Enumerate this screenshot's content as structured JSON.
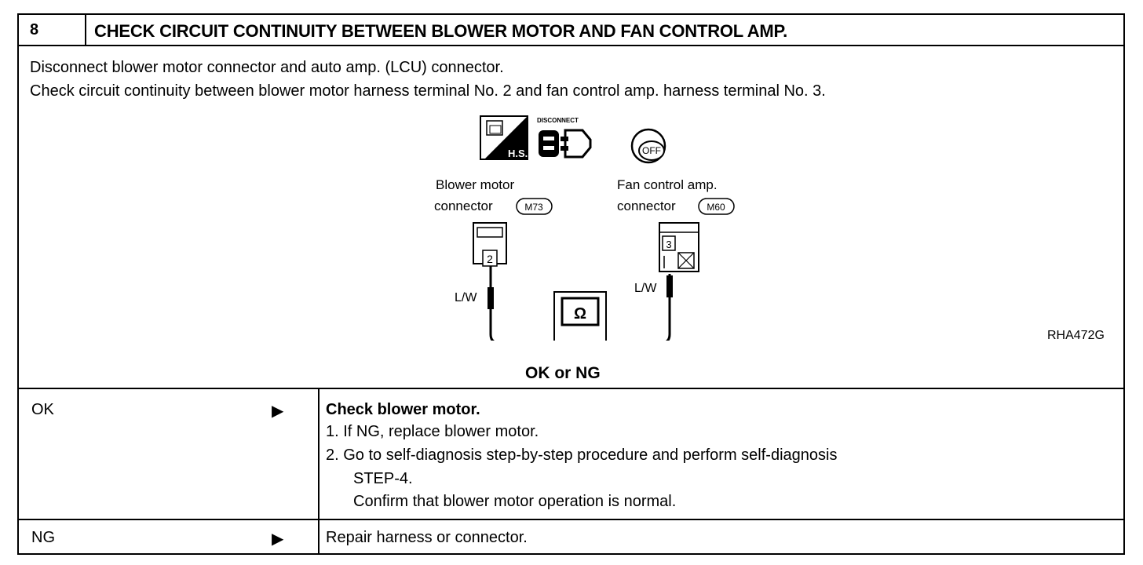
{
  "step": {
    "number": "8",
    "title": "CHECK CIRCUIT CONTINUITY BETWEEN BLOWER MOTOR AND FAN CONTROL AMP."
  },
  "instructions": [
    "Disconnect blower motor connector and auto amp. (LCU) connector.",
    "Check circuit continuity between blower motor harness terminal No. 2 and fan control amp. harness terminal No. 3."
  ],
  "diagram": {
    "icons": [
      "hs-connector-icon",
      "disconnect-icon",
      "ignition-off-icon"
    ],
    "hs_label": "H.S.",
    "disconnect_label": "DISCONNECT",
    "off_label": "OFF",
    "left_connector": {
      "line1": "Blower motor",
      "line2": "connector",
      "code": "M73",
      "terminal": "2",
      "wire": "L/W"
    },
    "right_connector": {
      "line1": "Fan control amp.",
      "line2": "connector",
      "code": "M60",
      "terminal": "3",
      "wire": "L/W"
    },
    "meter_symbol": "Ω",
    "figure_id": "RHA472G"
  },
  "result_question": "OK or NG",
  "outcomes": [
    {
      "label": "OK",
      "arrow": "▶",
      "heading": "Check blower motor.",
      "items": [
        "1.  If NG, replace blower motor.",
        "2.  Go to self-diagnosis step-by-step procedure and perform self-diagnosis",
        "STEP-4.",
        "Confirm that blower motor operation is normal."
      ]
    },
    {
      "label": "NG",
      "arrow": "▶",
      "heading": "Repair harness or connector."
    }
  ]
}
